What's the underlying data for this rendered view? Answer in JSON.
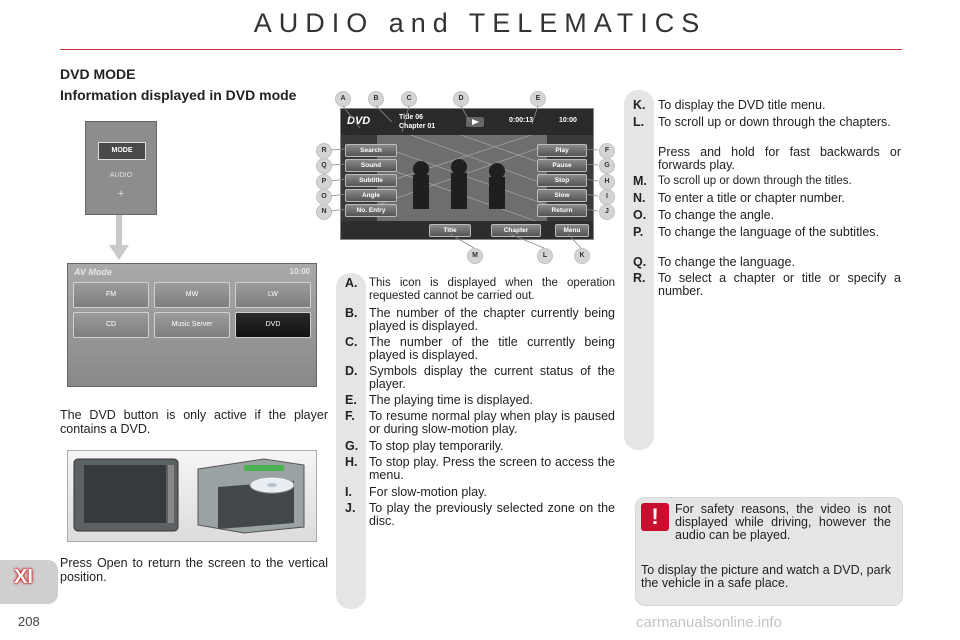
{
  "header": {
    "title": "AUDIO and TELEMATICS"
  },
  "section_title": "DVD MODE",
  "subsection_title": "Information displayed in DVD mode",
  "mode_panel": {
    "mode_label": "MODE",
    "audio_label": "AUDIO",
    "plus_label": "+"
  },
  "av_screen": {
    "title": "AV Mode",
    "clock": "10:00",
    "buttons": [
      "FM",
      "MW",
      "LW",
      "CD",
      "Music Server",
      "DVD"
    ],
    "selected": "DVD"
  },
  "dvd_note": "The DVD button is only active if the player contains a DVD.",
  "open_note": "Press Open to return the screen to the vertical position.",
  "chapter": "XI",
  "page_number": "208",
  "dvd_screen": {
    "logo": "DVD",
    "title_line": "Title 06",
    "chapter_line": "Chapter 01",
    "time": "0:00:13",
    "clock": "10:00",
    "left_buttons": [
      "Search",
      "Sound",
      "Subtitle",
      "Angle",
      "No. Entry"
    ],
    "right_buttons": [
      "Play",
      "Pause",
      "Stop",
      "Slow",
      "Return"
    ],
    "bottom_buttons": [
      "Title",
      "Chapter",
      "Menu"
    ]
  },
  "screen_callouts": {
    "top": [
      "A",
      "B",
      "C",
      "D",
      "E"
    ],
    "left": [
      "R",
      "Q",
      "P",
      "O",
      "N"
    ],
    "right": [
      "F",
      "G",
      "H",
      "I",
      "J"
    ],
    "bottom": [
      "M",
      "L",
      "K"
    ]
  },
  "legend_middle": [
    {
      "letter": "A.",
      "text": "This icon is displayed when the operation requested cannot be carried out."
    },
    {
      "letter": "B.",
      "text": "The number of the chapter currently being played is displayed."
    },
    {
      "letter": "C.",
      "text": "The number of the title currently being played is displayed."
    },
    {
      "letter": "D.",
      "text": "Symbols display the current status of the player."
    },
    {
      "letter": "E.",
      "text": "The playing time is displayed."
    },
    {
      "letter": "F.",
      "text": "To resume normal play when play is paused or during slow-motion play."
    },
    {
      "letter": "G.",
      "text": "To stop play temporarily."
    },
    {
      "letter": "H.",
      "text": "To stop play. Press the screen to access the menu."
    },
    {
      "letter": "I.",
      "text": "For slow-motion play."
    },
    {
      "letter": "J.",
      "text": "To play the previously selected zone on the disc."
    }
  ],
  "legend_right": [
    {
      "letter": "K.",
      "text": "To display the DVD title menu."
    },
    {
      "letter": "L.",
      "text": "To scroll up or down through the chapters."
    },
    {
      "letter": "",
      "text": "Press and hold for fast backwards or forwards play."
    },
    {
      "letter": "M.",
      "text": "To scroll up or down through the titles."
    },
    {
      "letter": "N.",
      "text": "To enter a title or chapter number."
    },
    {
      "letter": "O.",
      "text": "To change the angle."
    },
    {
      "letter": "P.",
      "text": "To change the language of the subtitles."
    },
    {
      "letter": "Q.",
      "text": "To change the language."
    },
    {
      "letter": "R.",
      "text": "To select a chapter or title or specify a number."
    }
  ],
  "warning": {
    "icon": "!",
    "text_1": "For safety reasons, the video is not displayed while driving, however the audio can be played.",
    "text_2": "To display the picture and watch a DVD, park the vehicle in a safe place."
  },
  "watermark": "carmanualsonline.info",
  "colors": {
    "accent": "#c9353b",
    "warning": "#c8102e",
    "tab_grey": "#e5e5e5"
  }
}
